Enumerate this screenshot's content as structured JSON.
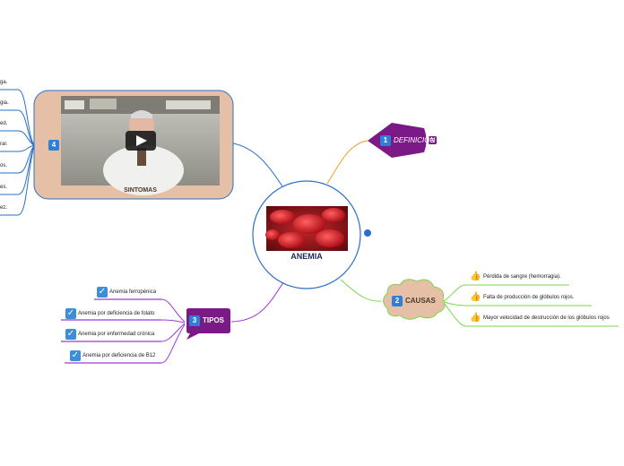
{
  "center": {
    "title": "ANEMIA"
  },
  "definicion": {
    "number": "1",
    "label": "DEFINICION"
  },
  "causas": {
    "number": "2",
    "label": "CAUSAS",
    "items": [
      "Pérdida de sangre (hemorragia).",
      "Falta de producción de glóbulos rojos.",
      "Mayor velocidad de destrucción de los glóbulos rojos"
    ]
  },
  "tipos": {
    "number": "3",
    "label": "TIPOS",
    "items": [
      "Anemia ferropénica",
      "Anemia por deficiencia de folato",
      "Anemia por enfermedad crónica",
      "Anemia por deficiencia de B12"
    ]
  },
  "sintomas": {
    "number": "4",
    "label": "SINTOMAS",
    "items": [
      "ga.",
      "gia.",
      "ed.",
      "rar.",
      "os.",
      "es.",
      "ez."
    ]
  },
  "colors": {
    "definicion": "#7b1a86",
    "causas": "#e6c0a6",
    "tipos": "#7b1a86",
    "sintomas": "#e6c0a6",
    "center_border": "#2a6fc9"
  },
  "icons": {
    "check": "check-icon",
    "thumb": "thumbs-up-icon",
    "play": "play-icon",
    "notes": "notes-icon",
    "link": "link-icon"
  }
}
